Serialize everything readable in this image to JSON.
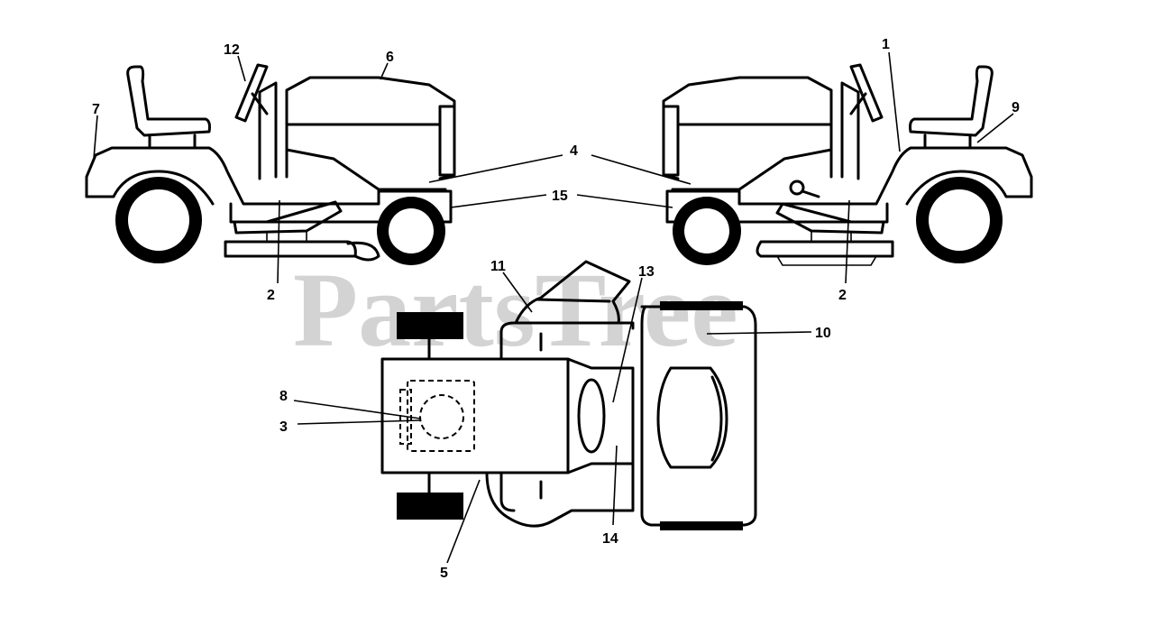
{
  "watermark": "PartsTree",
  "callouts": [
    "1",
    "2",
    "2",
    "3",
    "4",
    "5",
    "6",
    "7",
    "8",
    "9",
    "10",
    "11",
    "12",
    "13",
    "14",
    "15"
  ]
}
